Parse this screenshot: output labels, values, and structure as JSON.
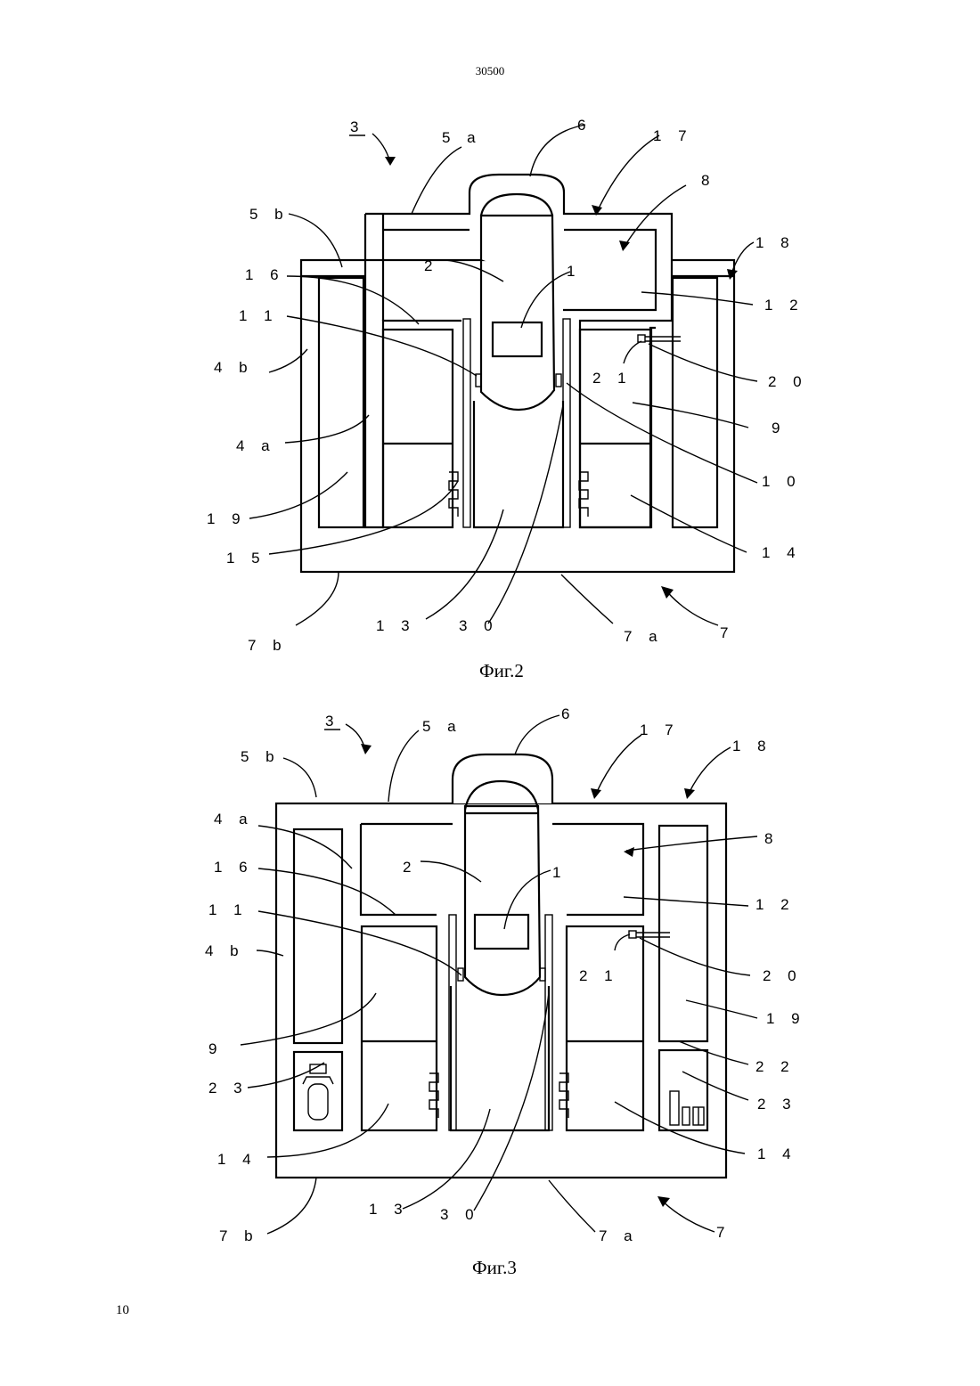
{
  "header": {
    "document_number": "30500"
  },
  "footer": {
    "page_number": "10"
  },
  "figures": [
    {
      "caption": "Фиг.2",
      "labels": {
        "l1": "1",
        "l2": "2",
        "l3": "3",
        "l4a": "4 a",
        "l4b": "4 b",
        "l5a": "5 a",
        "l5b": "5 b",
        "l6": "6",
        "l7": "7",
        "l7a": "7 a",
        "l7b": "7 b",
        "l8": "8",
        "l9": "9",
        "l10": "1 0",
        "l11": "1 1",
        "l12": "1 2",
        "l13": "1 3",
        "l14": "1 4",
        "l15": "1 5",
        "l16": "1 6",
        "l17": "1 7",
        "l18": "1 8",
        "l19": "1 9",
        "l20": "2 0",
        "l21": "2 1",
        "l30": "3 0"
      }
    },
    {
      "caption": "Фиг.3",
      "labels": {
        "l1": "1",
        "l2": "2",
        "l3": "3",
        "l4a": "4 a",
        "l4b": "4 b",
        "l5a": "5 a",
        "l5b": "5 b",
        "l6": "6",
        "l7": "7",
        "l7a": "7 a",
        "l7b": "7 b",
        "l8": "8",
        "l9": "9",
        "l11": "1 1",
        "l12": "1 2",
        "l13": "1 3",
        "l14a": "1 4",
        "l14b": "1 4",
        "l16": "1 6",
        "l17": "1 7",
        "l18": "1 8",
        "l19": "1 9",
        "l20": "2 0",
        "l21": "2 1",
        "l22": "2 2",
        "l23a": "2 3",
        "l23b": "2 3",
        "l30": "3 0"
      }
    }
  ]
}
